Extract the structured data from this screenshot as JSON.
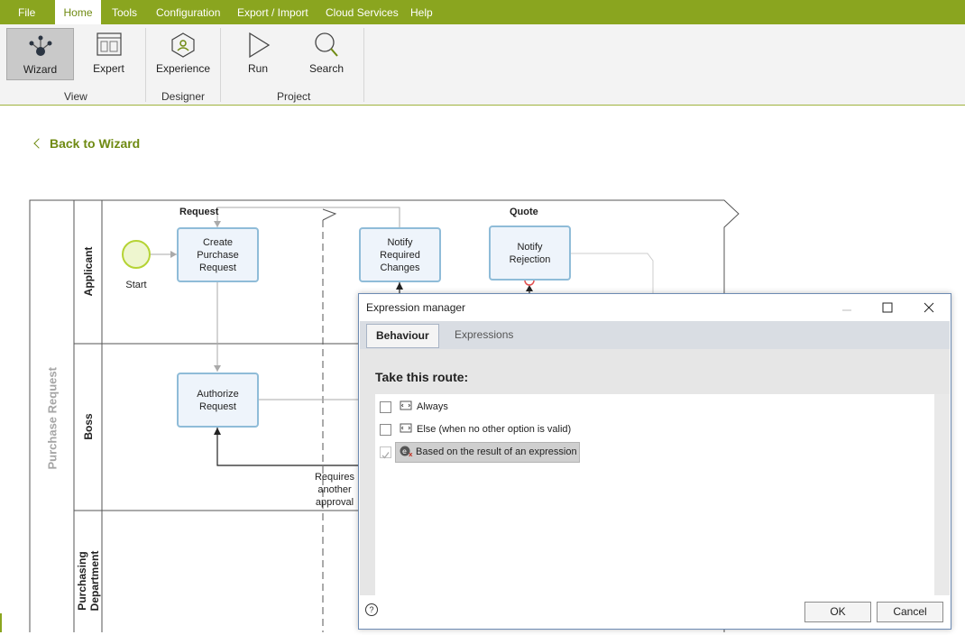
{
  "menu": {
    "items": [
      "File",
      "Home",
      "Tools",
      "Configuration",
      "Export / Import",
      "Cloud Services",
      "Help"
    ],
    "active": "Home"
  },
  "ribbon": {
    "buttons": {
      "wizard": "Wizard",
      "expert": "Expert",
      "experience": "Experience",
      "run": "Run",
      "search": "Search"
    },
    "groups": {
      "view": "View",
      "designer": "Designer",
      "project": "Project"
    },
    "selected": "Wizard"
  },
  "back_link": "Back to Wizard",
  "diagram": {
    "pool": "Purchase Request",
    "lanes": {
      "applicant": "Applicant",
      "boss": "Boss",
      "purchasing": "Purchasing Department"
    },
    "phases": {
      "request": "Request",
      "quote": "Quote"
    },
    "start_label": "Start",
    "tasks": {
      "create": "Create Purchase Request",
      "notify_changes": "Notify Required Changes",
      "notify_rejection": "Notify Rejection",
      "authorize": "Authorize Request"
    },
    "flow_label": "Requires another approval"
  },
  "dialog": {
    "title": "Expression manager",
    "tabs": [
      "Behaviour",
      "Expressions"
    ],
    "active_tab": "Behaviour",
    "route_title": "Take this route:",
    "options": [
      {
        "label": "Always",
        "checked": false
      },
      {
        "label": "Else (when no other option is valid)",
        "checked": false
      },
      {
        "label": "Based on the result of an expression",
        "checked": true
      }
    ],
    "ok_label": "OK",
    "cancel_label": "Cancel",
    "help_glyph": "?"
  },
  "colors": {
    "brand_green": "#8aa51f",
    "task_border": "#8fbcd8",
    "task_fill": "#eef4fb",
    "start_event": "#b5d334"
  }
}
